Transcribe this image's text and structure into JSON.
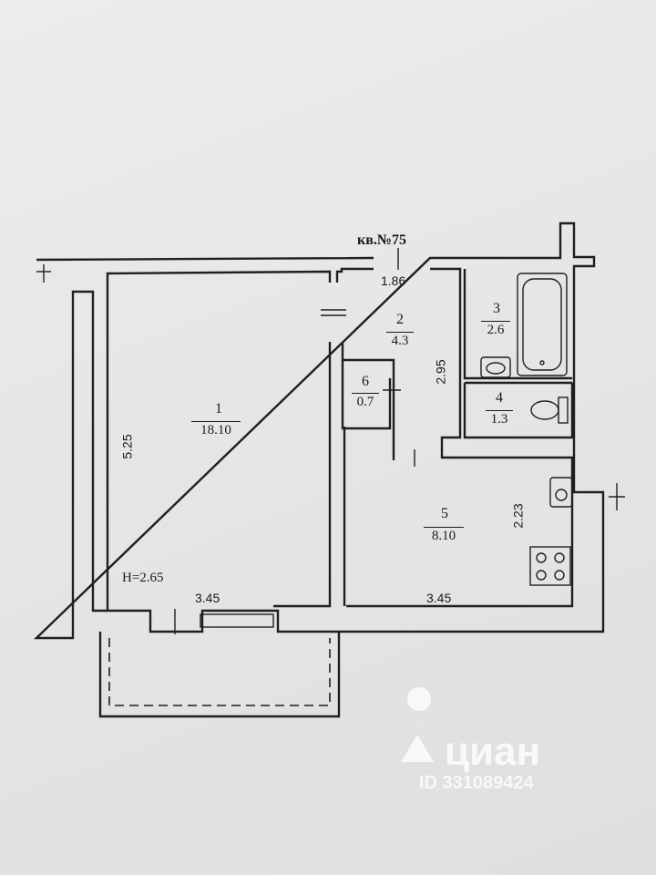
{
  "plan": {
    "apartment_label": "кв.№75",
    "ceiling_height": "H=2.65",
    "rooms": [
      {
        "number": "1",
        "area": "18.10"
      },
      {
        "number": "2",
        "area": "4.3"
      },
      {
        "number": "3",
        "area": "2.6"
      },
      {
        "number": "4",
        "area": "1.3"
      },
      {
        "number": "5",
        "area": "8.10"
      },
      {
        "number": "6",
        "area": "0.7"
      }
    ],
    "dimensions": {
      "room1_height": "5.25",
      "room1_width": "3.45",
      "room2_width": "1.86",
      "room2_height": "2.95",
      "room5_height": "2.23",
      "room5_width": "3.45"
    }
  },
  "watermark": {
    "brand": "циан",
    "id_text": "ID 331089424"
  }
}
